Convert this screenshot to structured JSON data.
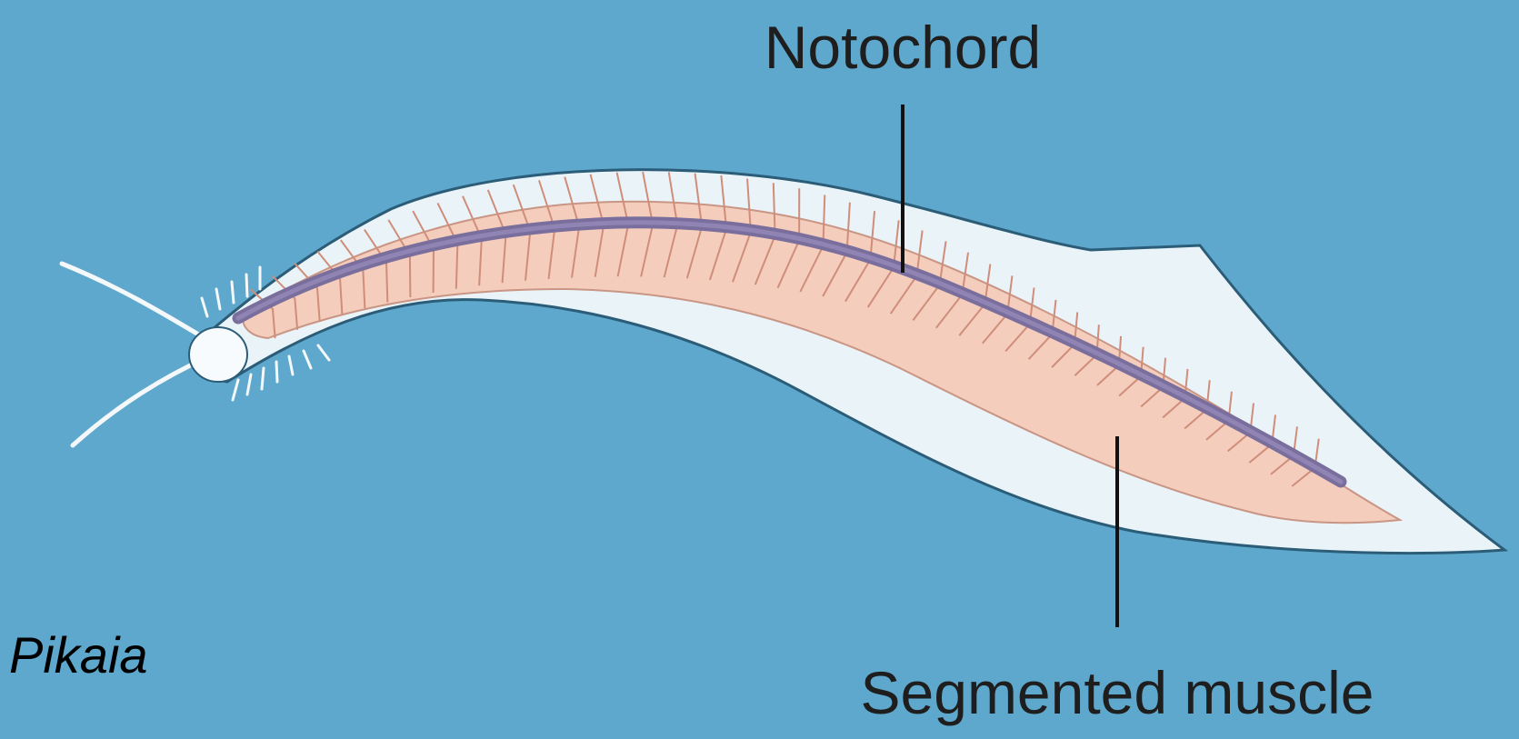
{
  "labels": {
    "notochord": "Notochord",
    "segmented_muscle": "Segmented muscle"
  },
  "caption": "Pikaia",
  "colors": {
    "background": "#5fa8cd",
    "body_outer": "#eaf4f8",
    "muscle": "#f4cdbd",
    "notochord": "#7a6f9c",
    "leader_line": "#111111"
  }
}
